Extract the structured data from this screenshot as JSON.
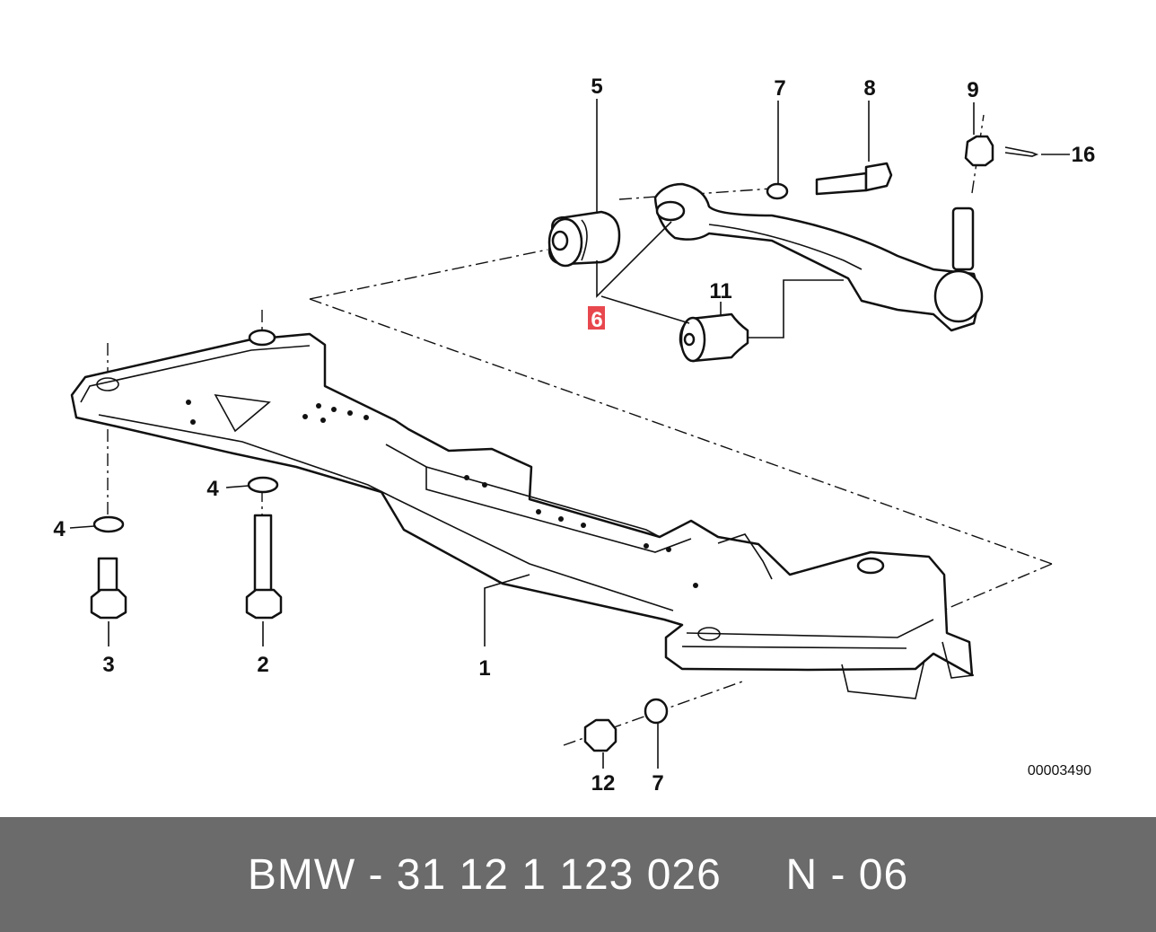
{
  "diagram": {
    "callouts": {
      "c1": "1",
      "c2": "2",
      "c3": "3",
      "c4a": "4",
      "c4b": "4",
      "c5": "5",
      "c6": "6",
      "c7a": "7",
      "c7b": "7",
      "c8": "8",
      "c9": "9",
      "c11": "11",
      "c12": "12",
      "c16": "16"
    },
    "document_number": "00003490",
    "highlight_color": "#e8474e"
  },
  "footer": {
    "text": "BMW - 31 12 1 123 026     N - 06",
    "background": "#6b6b6b"
  }
}
